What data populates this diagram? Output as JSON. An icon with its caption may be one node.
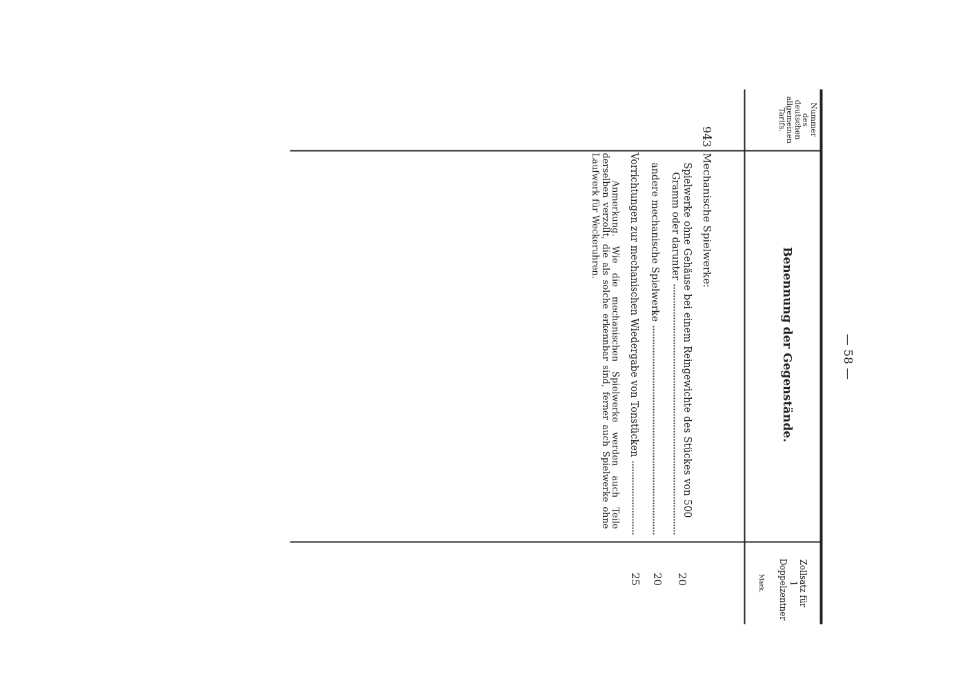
{
  "diagram": {
    "labels": [
      "— 58 —",
      "Nummer des deutschen allgemeinen Tarifs.",
      "Benennung der Gegenstände.",
      "Zollsatz für 1 Doppelzentner",
      "Mark.",
      "943",
      "Mechanische Spielwerke:",
      "Spielwerke ohne Gehäuse bei einem Reingewichte des Stückes von 500 Gramm oder darunter",
      "20",
      "andere mechanische Spielwerke",
      "20",
      "Vorrichtungen zur mechanischen Wiedergabe von Tonstücken",
      "25",
      "Anmerkung. Wie die mechanischen Spielwerke werden auch Teile derselben verzollt, die als solche erkennbar sind, ferner auch Spielwerke ohne Laufwerk für Weckeruhren."
    ]
  }
}
